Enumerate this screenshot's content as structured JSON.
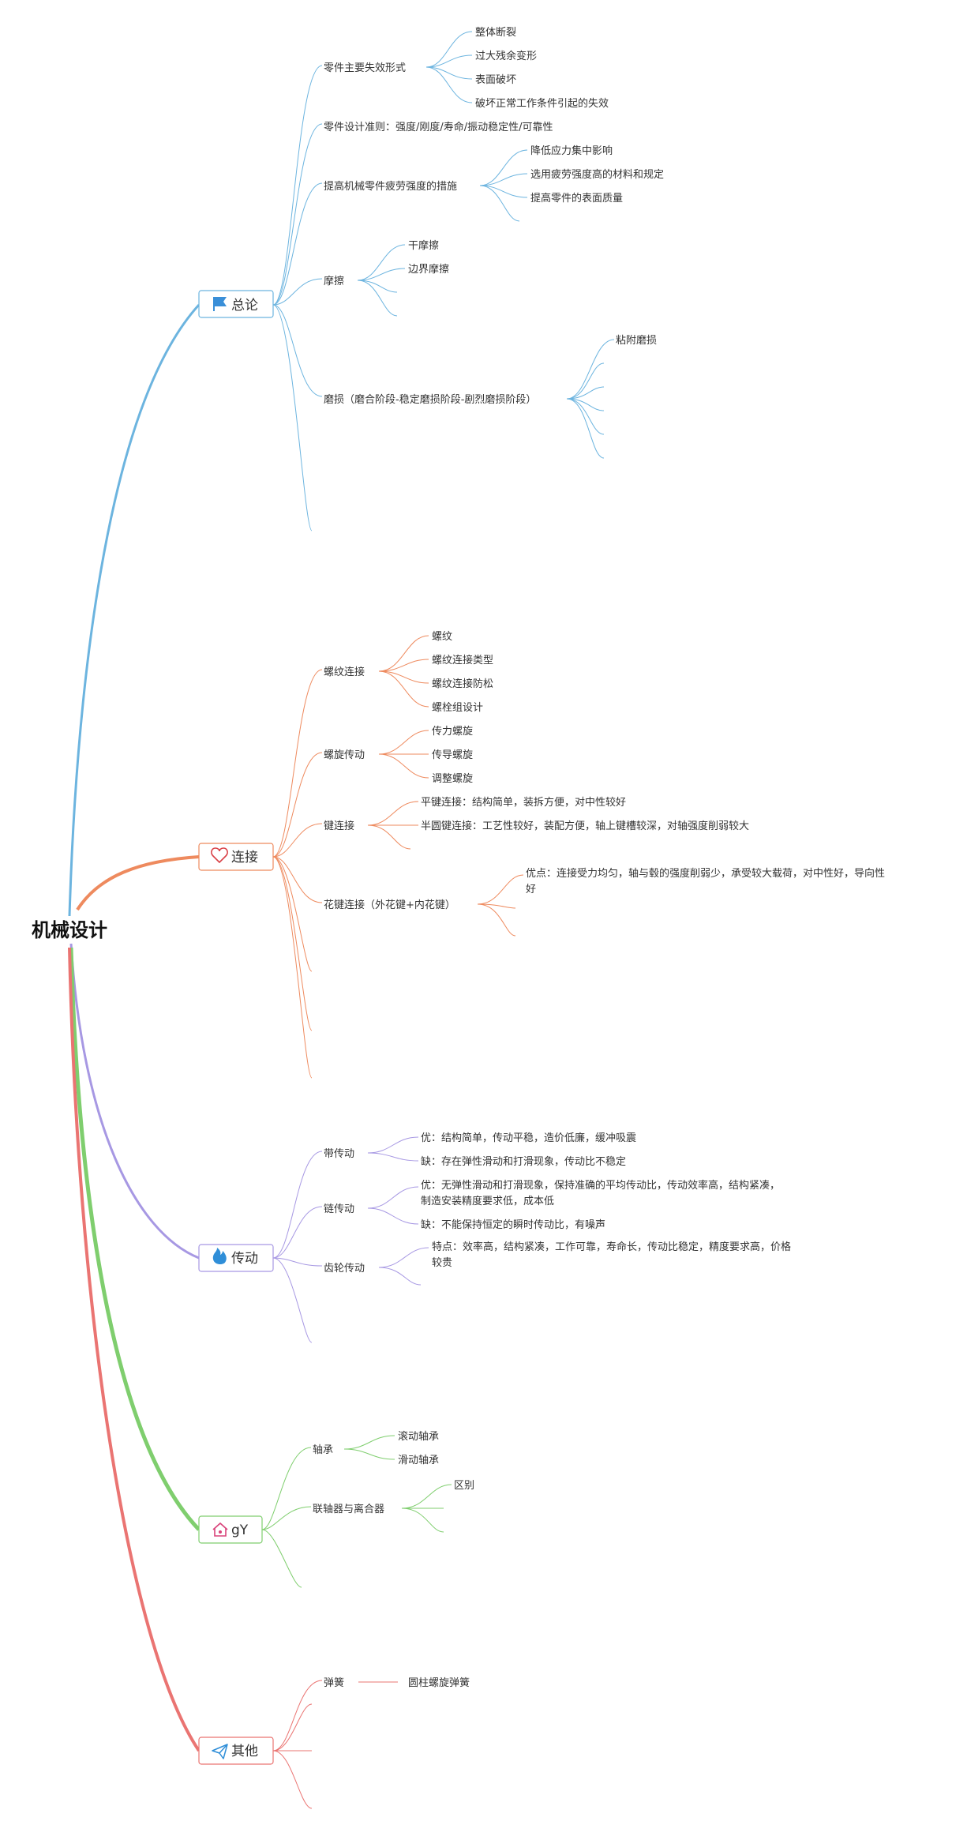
{
  "root": {
    "title": "机械设计"
  },
  "colors": {
    "zonglun": "#6cb4df",
    "lianjie": "#ee8a5e",
    "chuandong": "#a798e3",
    "zhou": "#7fce6e",
    "qita": "#ea7472",
    "flag_icon": "#3a8fd8",
    "heart_icon": "#d93f45",
    "fire_icon": "#2f8ed8",
    "house_icon": "#d9437a",
    "plane_icon": "#2f8ed8"
  },
  "branches": {
    "zonglun": {
      "label": "总论",
      "icon": "flag-icon",
      "shixiao": {
        "label": "零件主要失效形式",
        "items": [
          "整体断裂",
          "过大残余变形",
          "表面破坏",
          "破坏正常工作条件引起的失效"
        ]
      },
      "zhunze": {
        "label": "零件设计准则：强度/刚度/寿命/振动稳定性/可靠性"
      },
      "pilao": {
        "label": "提高机械零件疲劳强度的措施",
        "items": [
          "降低应力集中影响",
          "选用疲劳强度高的材料和规定",
          "提高零件的表面质量"
        ]
      },
      "mocha": {
        "label": "摩擦",
        "items": [
          "干摩擦",
          "边界摩擦"
        ]
      },
      "mosun": {
        "label": "磨损（磨合阶段-稳定磨损阶段-剧烈磨损阶段）",
        "items": [
          "粘附磨损"
        ]
      }
    },
    "lianjie": {
      "label": "连接",
      "icon": "heart-icon",
      "luowen": {
        "label": "螺纹连接",
        "items": [
          "螺纹",
          "螺纹连接类型",
          "螺纹连接防松",
          "螺栓组设计"
        ]
      },
      "luoxuan": {
        "label": "螺旋传动",
        "items": [
          "传力螺旋",
          "传导螺旋",
          "调整螺旋"
        ]
      },
      "jian": {
        "label": "键连接",
        "items": [
          "平键连接：结构简单，装拆方便，对中性较好",
          "半圆键连接：工艺性较好，装配方便，轴上键槽较深，对轴强度削弱较大"
        ]
      },
      "huajian": {
        "label": "花键连接（外花键+内花键）",
        "items": [
          "优点：连接受力均匀，轴与毂的强度削弱少，承受较大载荷，对中性好，导向性",
          "好"
        ]
      }
    },
    "chuandong": {
      "label": "传动",
      "icon": "fire-icon",
      "dai": {
        "label": "带传动",
        "items": [
          "优：结构简单，传动平稳，造价低廉，缓冲吸震",
          "缺：存在弹性滑动和打滑现象，传动比不稳定"
        ]
      },
      "lian": {
        "label": "链传动",
        "items": [
          "优：无弹性滑动和打滑现象，保持准确的平均传动比，传动效率高，结构紧凑，",
          "制造安装精度要求低，成本低",
          "缺：不能保持恒定的瞬时传动比，有噪声"
        ]
      },
      "chilun": {
        "label": "齿轮传动",
        "items": [
          "特点：效率高，结构紧凑，工作可靠，寿命长，传动比稳定，精度要求高，价格",
          "较贵"
        ]
      }
    },
    "zhou": {
      "label": "gY",
      "icon": "house-icon",
      "zhoucheng": {
        "label": "轴承",
        "items": [
          "滚动轴承",
          "滑动轴承"
        ]
      },
      "lianzhouqi": {
        "label": "联轴器与离合器",
        "items": [
          "区别"
        ]
      }
    },
    "qita": {
      "label": "其他",
      "icon": "paper-plane-icon",
      "tanhuang": {
        "label": "弹簧",
        "items": [
          "圆柱螺旋弹簧"
        ]
      }
    }
  }
}
